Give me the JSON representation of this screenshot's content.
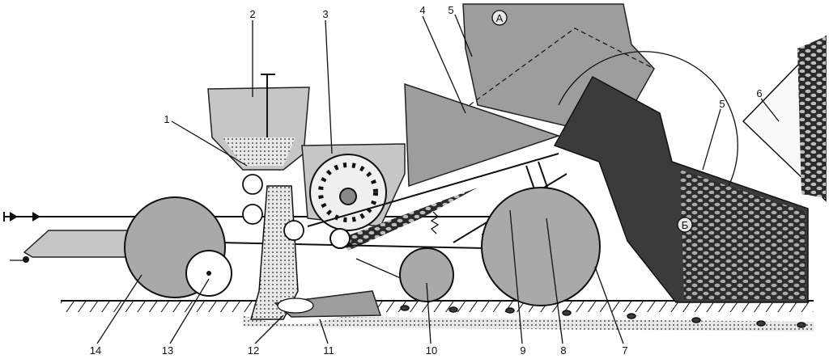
{
  "callouts": [
    {
      "id": "1",
      "text": "1"
    },
    {
      "id": "2",
      "text": "2"
    },
    {
      "id": "3",
      "text": "3"
    },
    {
      "id": "4",
      "text": "4"
    },
    {
      "id": "5a",
      "text": "5"
    },
    {
      "id": "5b",
      "text": "5"
    },
    {
      "id": "6",
      "text": "6"
    },
    {
      "id": "7",
      "text": "7"
    },
    {
      "id": "8",
      "text": "8"
    },
    {
      "id": "9",
      "text": "9"
    },
    {
      "id": "10",
      "text": "10"
    },
    {
      "id": "11",
      "text": "11"
    },
    {
      "id": "12",
      "text": "12"
    },
    {
      "id": "13",
      "text": "13"
    },
    {
      "id": "14",
      "text": "14"
    }
  ],
  "bin_labels": {
    "a": "А",
    "b": "Б"
  }
}
